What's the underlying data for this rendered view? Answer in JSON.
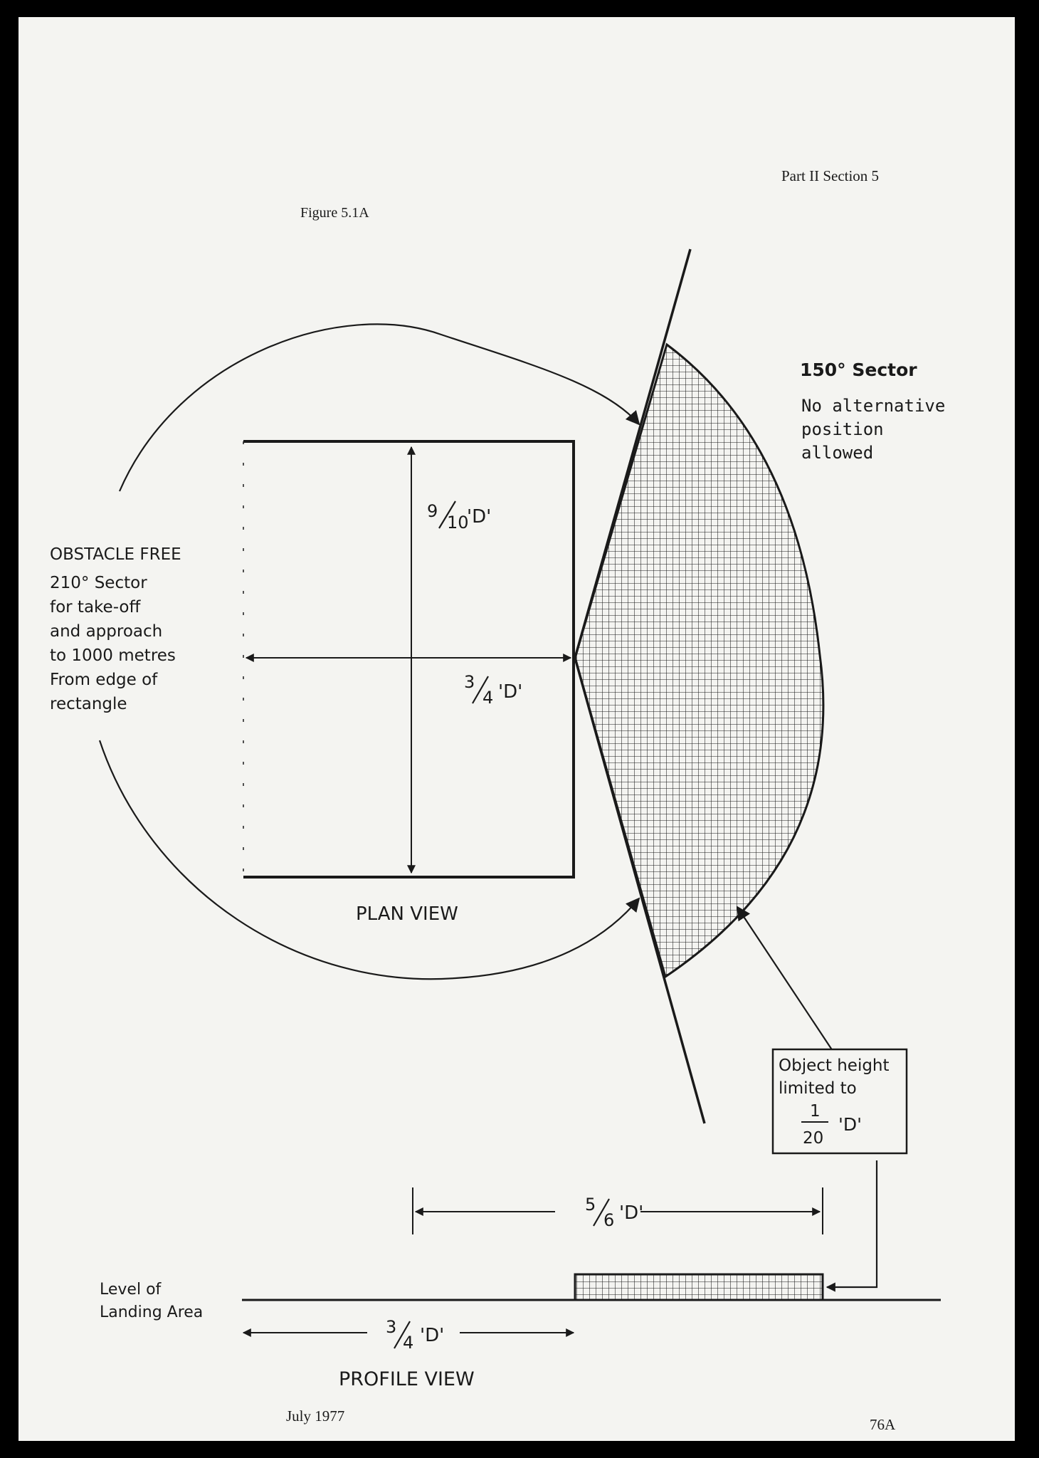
{
  "header": {
    "section": "Part II Section 5",
    "figure": "Figure 5.1A"
  },
  "plan_view": {
    "sector_150_title": "150° Sector",
    "sector_150_lines": [
      "No alternative",
      "position",
      "allowed"
    ],
    "obstacle_lines": [
      "OBSTACLE FREE",
      "210° Sector",
      "for take-off",
      "and approach",
      "to 1000 metres",
      "From edge of",
      "rectangle"
    ],
    "height_dim": {
      "num": "9",
      "den": "10",
      "suffix": "'D'"
    },
    "width_dim": {
      "num": "3",
      "den": "4",
      "suffix": "'D'"
    },
    "caption": "PLAN VIEW"
  },
  "callout": {
    "lines": [
      "Object height",
      "limited to"
    ],
    "num": "1",
    "den": "20",
    "suffix": "'D'"
  },
  "profile_view": {
    "top_dim": {
      "num": "5",
      "den": "6",
      "suffix": "'D'"
    },
    "bottom_dim": {
      "num": "3",
      "den": "4",
      "suffix": "'D'"
    },
    "level_lines": [
      "Level of",
      "Landing Area"
    ],
    "caption": "PROFILE VIEW"
  },
  "footer": {
    "date": "July 1977",
    "page": "76A"
  },
  "colors": {
    "paper": "#f4f4f1",
    "ink": "#1a1a1a",
    "border": "#000000"
  }
}
